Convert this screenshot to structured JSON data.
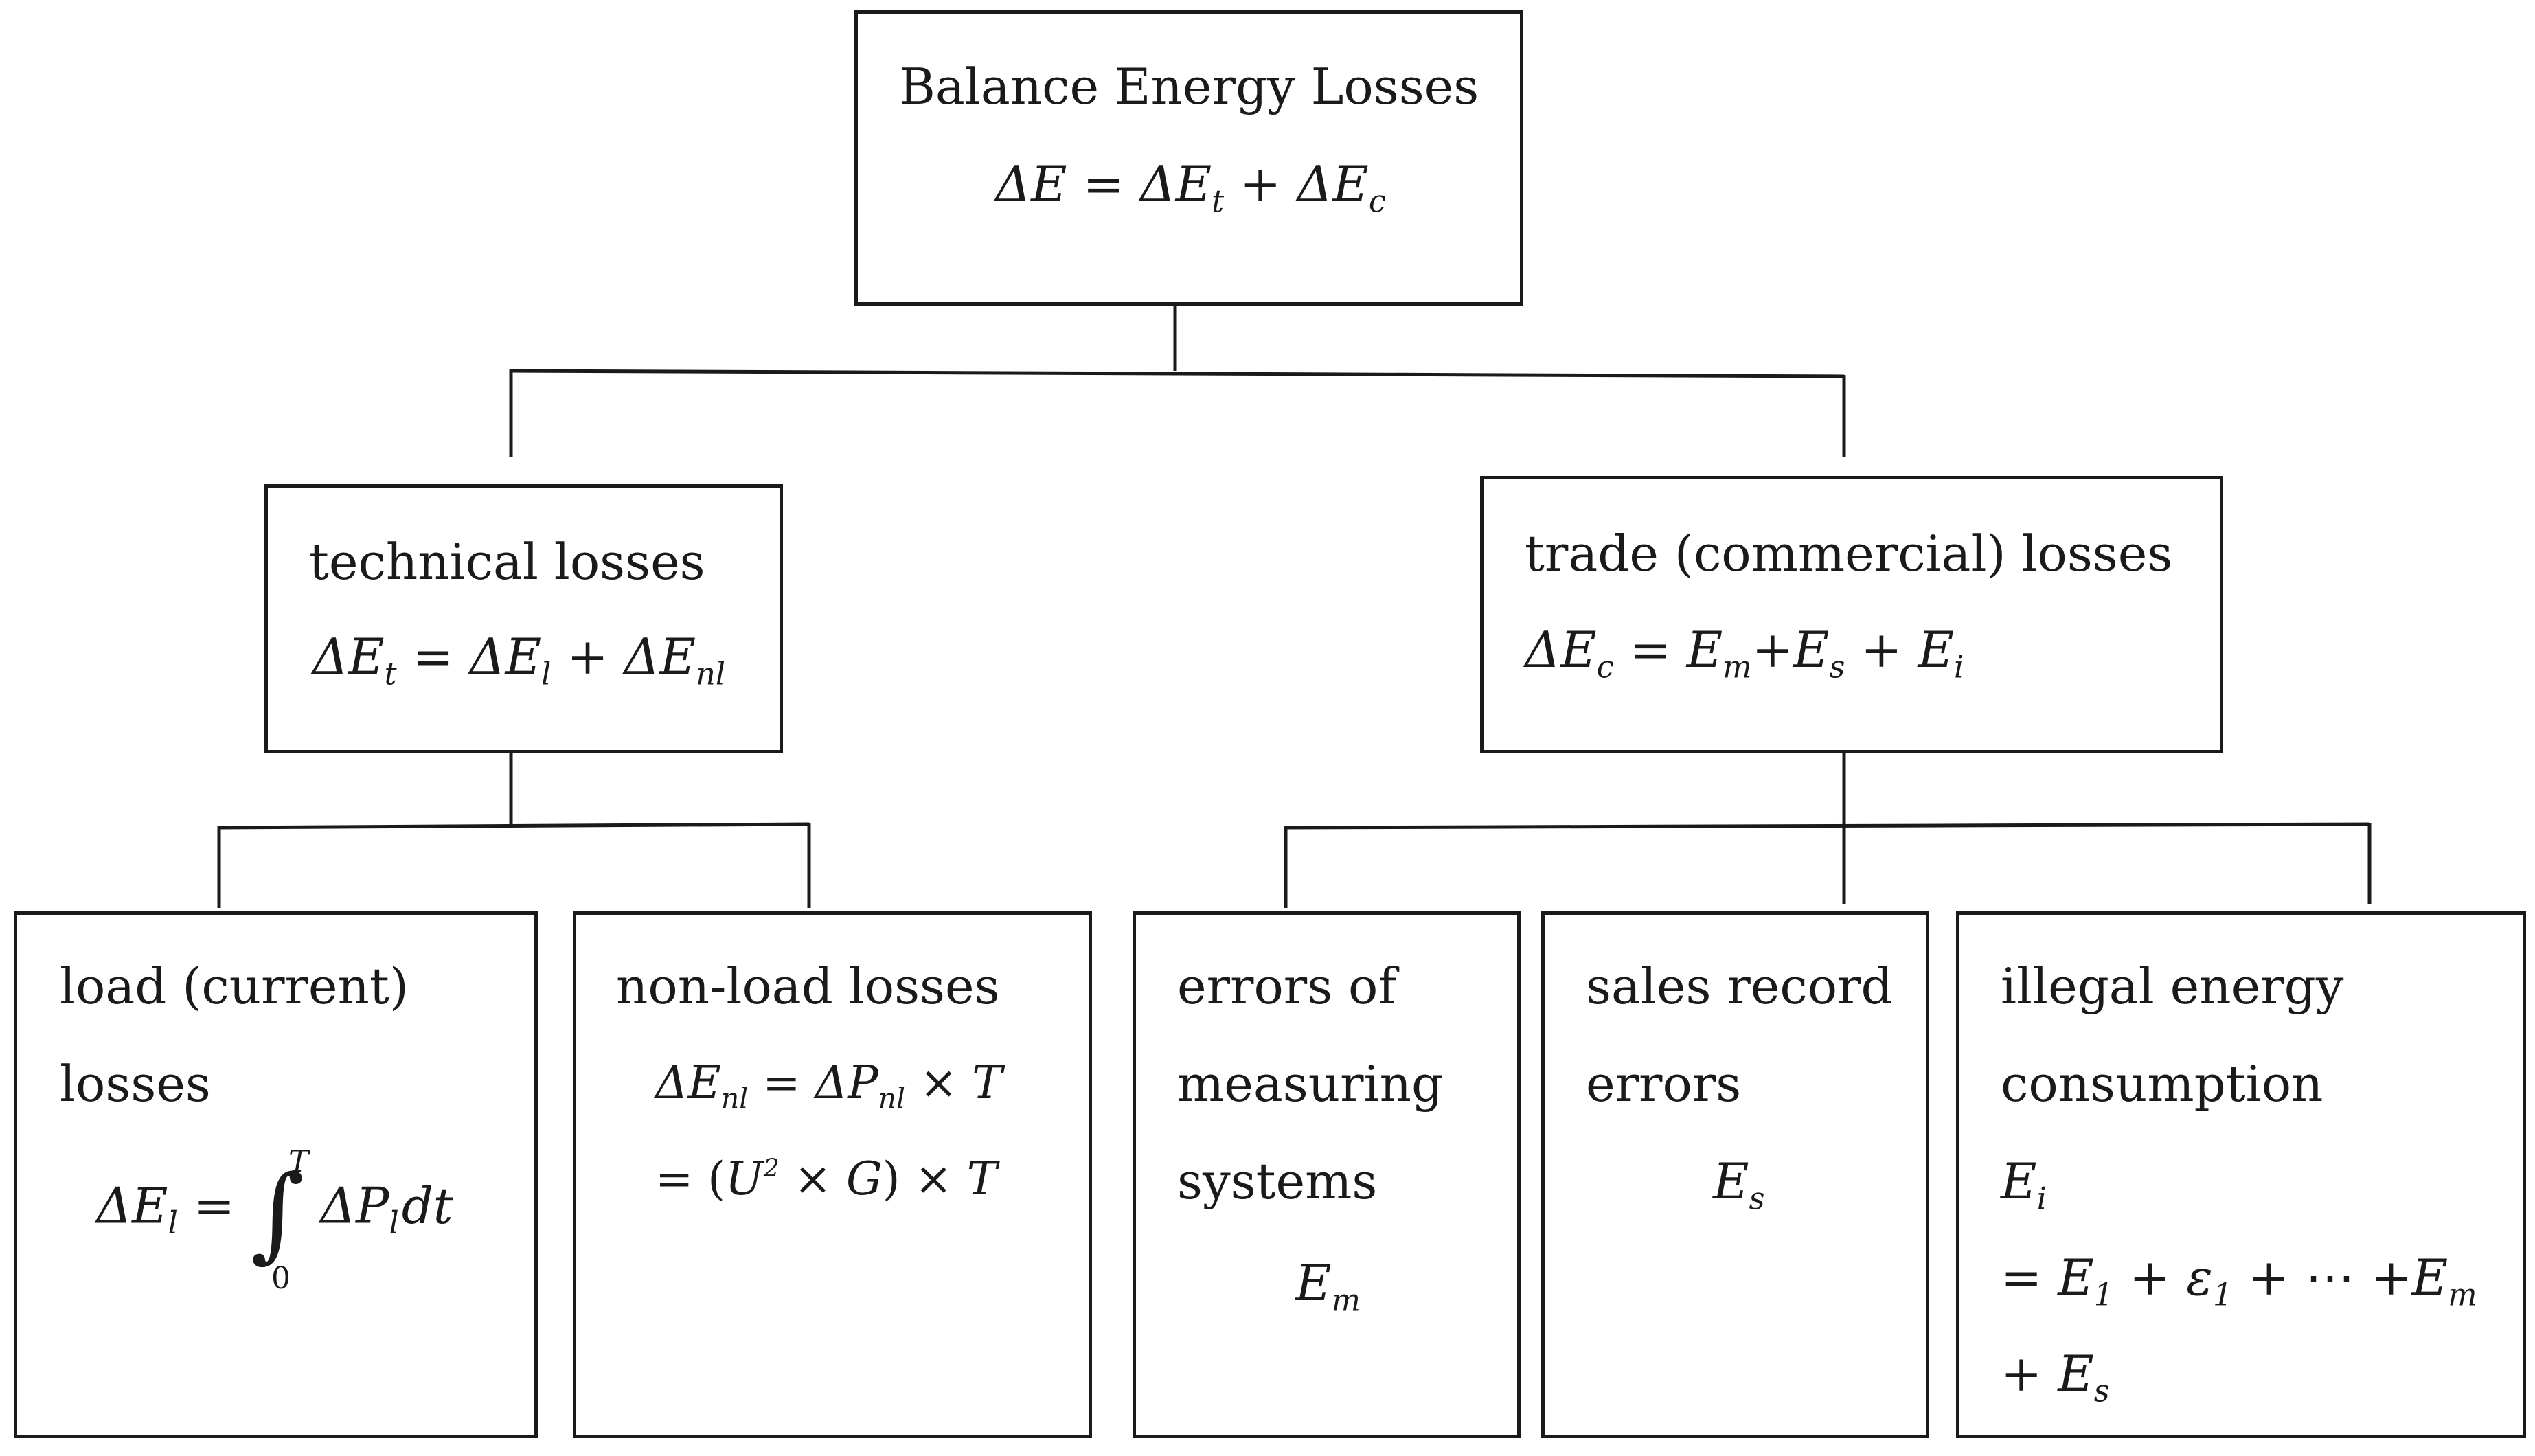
{
  "root": {
    "title": "Balance Energy Losses",
    "formula": "ΔE = ΔEt + ΔEc"
  },
  "technical": {
    "title": "technical losses",
    "formula": "ΔEt = ΔEl + ΔEnl"
  },
  "trade": {
    "title": "trade (commercial) losses",
    "formula": "ΔEc = Em+Es + Ei"
  },
  "load": {
    "title_line1": "load (current)",
    "title_line2": "losses",
    "formula": "ΔEl = ∫0T ΔPl dt"
  },
  "nonload": {
    "title": "non-load losses",
    "formula_line1": "ΔEnl = ΔPnl × T",
    "formula_line2": "= (U2 × G) × T"
  },
  "measuring": {
    "title_line1": "errors of",
    "title_line2": "measuring",
    "title_line3": "systems",
    "symbol": "Em"
  },
  "sales": {
    "title_line1": "sales record",
    "title_line2": "errors",
    "symbol": "Es"
  },
  "illegal": {
    "title_line1": "illegal energy",
    "title_line2": "consumption",
    "symbol": "Ei",
    "formula_line1": "= E1 + ε1 + ⋯ +Em",
    "formula_line2": "+ Es"
  }
}
